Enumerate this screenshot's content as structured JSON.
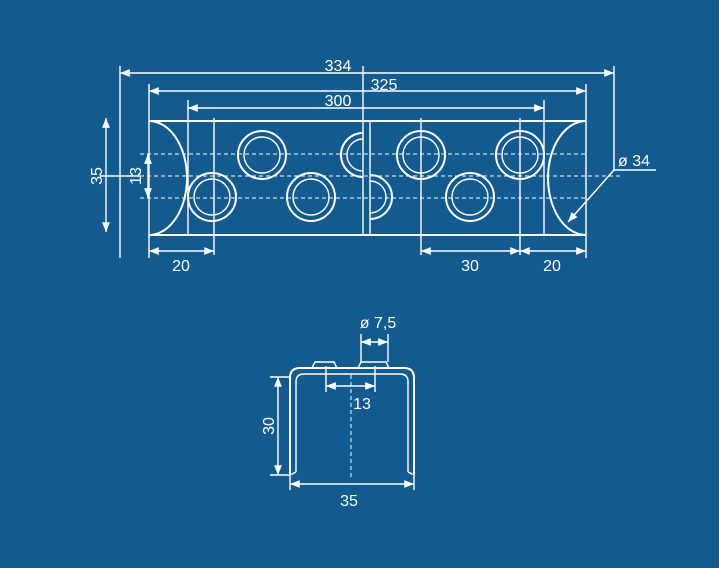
{
  "drawing": {
    "background_color": "#135a8e",
    "line_color": "#ffffff",
    "top_view": {
      "dim_overall": "334",
      "dim_inner": "325",
      "dim_hole_span": "300",
      "dim_height": "35",
      "dim_hole_offset": "13",
      "dim_end_left": "20",
      "dim_pitch": "30",
      "dim_end_right": "20",
      "dim_cutout_diameter": "ø 34"
    },
    "side_view": {
      "dim_pin_diameter": "ø 7,5",
      "dim_pin_offset": "13",
      "dim_height": "30",
      "dim_width": "35"
    }
  }
}
